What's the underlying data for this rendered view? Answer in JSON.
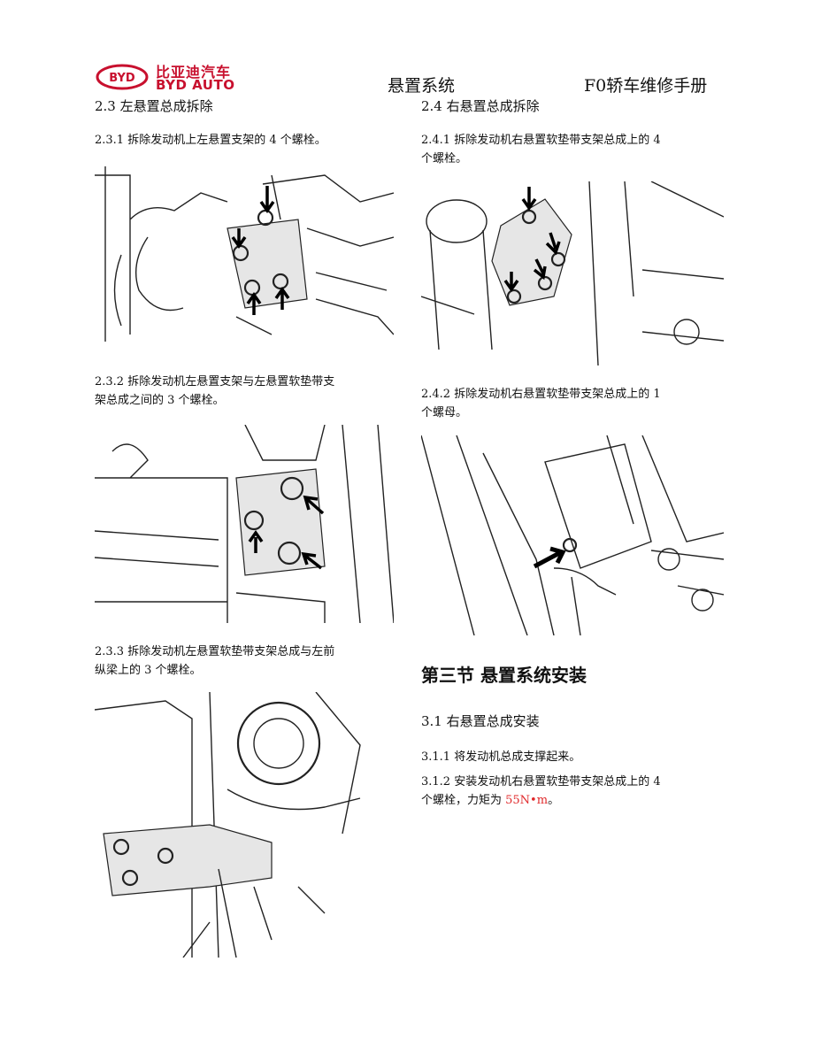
{
  "header": {
    "logo_cn": "比亚迪汽车",
    "logo_en": "BYD AUTO",
    "logo_mark": "BYD",
    "center": "悬置系统",
    "right": "F0轿车维修手册",
    "brand_color": "#c8102e"
  },
  "left_col": {
    "s23_title": "2.3 左悬置总成拆除",
    "s231": "2.3.1 拆除发动机上左悬置支架的 4 个螺栓。",
    "s232_l1": "2.3.2 拆除发动机左悬置支架与左悬置软垫带支",
    "s232_l2": "架总成之间的 3 个螺栓。",
    "s233_l1": "2.3.3 拆除发动机左悬置软垫带支架总成与左前",
    "s233_l2": "纵梁上的 3 个螺栓。"
  },
  "right_col": {
    "s24_title": "2.4 右悬置总成拆除",
    "s241_l1": "2.4.1 拆除发动机右悬置软垫带支架总成上的 4",
    "s241_l2": "个螺栓。",
    "s242_l1": "2.4.2 拆除发动机右悬置软垫带支架总成上的 1",
    "s242_l2": "个螺母。",
    "section3_title": "第三节 悬置系统安装",
    "s31_title": "3.1 右悬置总成安装",
    "s311": "3.1.1 将发动机总成支撑起来。",
    "s312_l1": "3.1.2 安装发动机右悬置软垫带支架总成上的 4",
    "s312_l2_prefix": "个螺栓，力矩为 ",
    "s312_torque": "55N•m",
    "s312_l2_suffix": "。",
    "torque_color": "#e0282a"
  }
}
